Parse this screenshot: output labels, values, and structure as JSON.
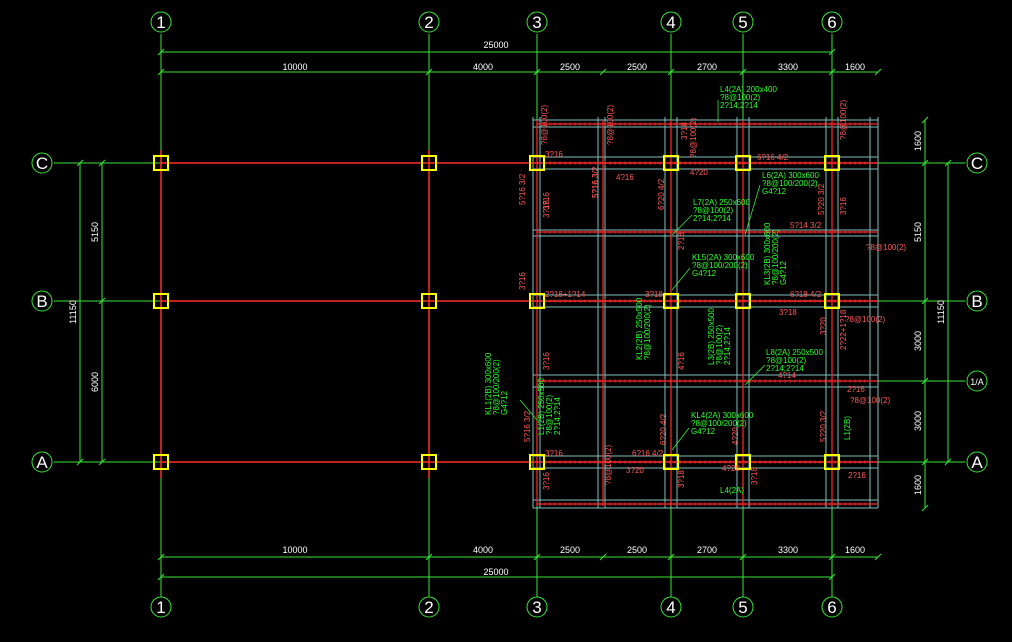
{
  "colors": {
    "background": "#000000",
    "grid": "#39e639",
    "beam": "#ff2b2b",
    "column": "#ffff00",
    "slab": "#7fbfbf",
    "text": "#ffffff",
    "annotation_red": "#ff5a5a",
    "annotation_green": "#2cff2c"
  },
  "grid_axes": {
    "vertical": [
      "1",
      "2",
      "3",
      "4",
      "5",
      "6"
    ],
    "horizontal": [
      "C",
      "B",
      "A"
    ],
    "secondary": "1/A"
  },
  "dimensions": {
    "overall_width": "25000",
    "top_segments": [
      "10000",
      "4000",
      "2500",
      "2500",
      "2700",
      "3300",
      "1600"
    ],
    "bottom_segments": [
      "10000",
      "4000",
      "2500",
      "2500",
      "2700",
      "3300",
      "1600"
    ],
    "left_overall": "11150",
    "left_segments": [
      "5150",
      "6000"
    ],
    "right_overall": "11150",
    "right_segments": [
      "1600",
      "5150",
      "3000",
      "3000",
      "1600"
    ]
  },
  "annotations_red": [
    "3?16",
    "?8@100(2)",
    "5?16 3/2",
    "3?16",
    "?8@100(2)",
    "3?18",
    "?8@100(2)",
    "6?16 4/2",
    "?8@100(2)",
    "4?20",
    "5?16 3/2",
    "4?16",
    "6?20 4/2",
    "5?20 3/2",
    "3?16",
    "?8@100(2)",
    "3?16",
    "5?16 3/2",
    "2?18",
    "5?14 3/2",
    "2?18+1?14",
    "3?18",
    "6?18 4/2",
    "3?16",
    "?8@100(2)",
    "3?18",
    "3?20",
    "2?22+1?18",
    "4?16",
    "4?14",
    "2?16",
    "?8@100(2)",
    "3?16",
    "3?16",
    "5?16 3/2",
    "6?20 4/2",
    "6?16 4/2",
    "4?20",
    "5?20 3/2",
    "3?20",
    "4?20",
    "3?16",
    "?8@100(2)",
    "3?18",
    "3?18",
    "2?16"
  ],
  "annotations_green": [
    "L4(2A) 200x400",
    "?8@100(2)",
    "2?14;2?14",
    "L6(2A) 300x600",
    "?8@100/200(2)",
    "G4?12",
    "L7(2A) 250x600",
    "?8@100(2)",
    "2?14;2?14",
    "KL5(2A) 300x600",
    "?8@100/200(2)",
    "G4?12",
    "KL3(2B) 300x600",
    "?8@100/200(2)",
    "G4?12",
    "KL2(2B) 250x500",
    "?8@100/200(2)",
    "L3(2B) 250x500",
    "?8@100(2)",
    "2?14;2?14",
    "L8(2A) 250x500",
    "?8@100(2)",
    "2?14;2?14",
    "KL1(2B) 300x600",
    "?8@100/200(2)",
    "G4?12",
    "L1(2B) 250x500",
    "?8@100(2)",
    "2?14;2?14",
    "KL4(2A) 300x600",
    "?8@100/200(2)",
    "G4?12",
    "L1(2B)",
    "L4(2A)"
  ]
}
